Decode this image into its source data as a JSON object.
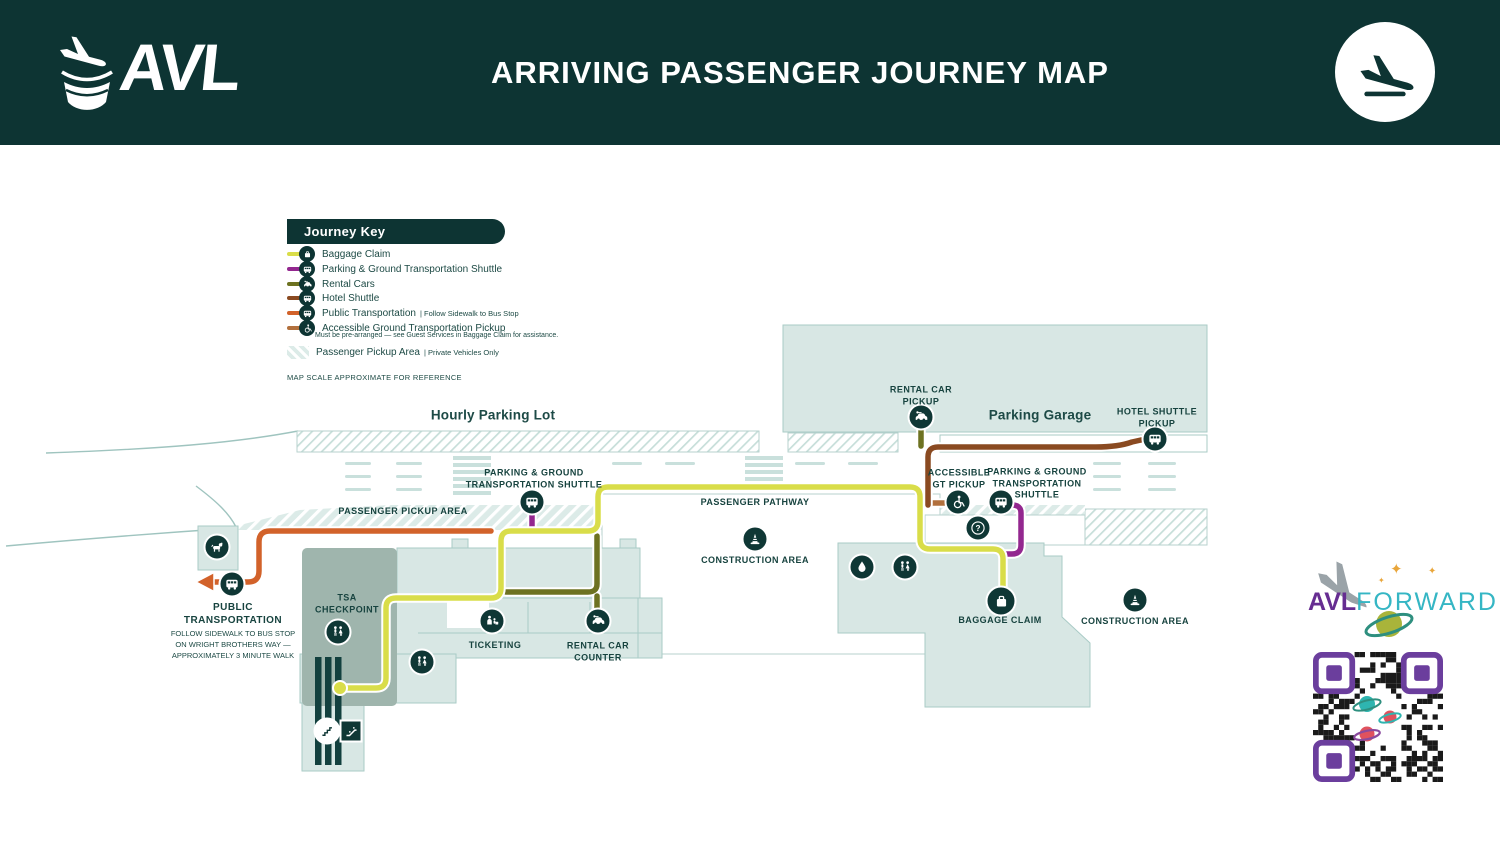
{
  "colors": {
    "header_bg": "#0d3433",
    "building_fill": "#d8e7e4",
    "tsa_fill": "#9fb5ad",
    "route_baggage_claim": "#d9dd49",
    "route_parking_shuttle": "#93278f",
    "route_rental_cars": "#6d7221",
    "route_hotel_shuttle": "#8a4a21",
    "route_public_transportation": "#d2622a",
    "route_accessible_pickup": "#b2703d",
    "brand_purple": "#662d91",
    "brand_teal": "#35b6c4"
  },
  "header": {
    "logo": "AVL",
    "title": "ARRIVING PASSENGER JOURNEY MAP"
  },
  "legend": {
    "title": "Journey Key",
    "items": [
      {
        "label": "Baggage Claim",
        "color": "#d9dd49",
        "icon": "suitcase"
      },
      {
        "label": "Parking & Ground Transportation Shuttle",
        "color": "#93278f",
        "icon": "shuttle-bus"
      },
      {
        "label": "Rental Cars",
        "color": "#6d7221",
        "icon": "rental-car"
      },
      {
        "label": "Hotel Shuttle",
        "color": "#8a4a21",
        "icon": "shuttle-bus"
      },
      {
        "label": "Public Transportation",
        "sublabel": "|  Follow Sidewalk to Bus Stop",
        "color": "#d2622a",
        "icon": "bus"
      },
      {
        "label": "Accessible Ground Transportation Pickup",
        "note": "Must be pre-arranged — see Guest Services in Baggage Claim for assistance.",
        "color": "#b2703d",
        "icon": "wheelchair"
      },
      {
        "label": "Passenger Pickup Area",
        "sublabel": "|  Private Vehicles Only",
        "swatch": "hatched-area"
      }
    ],
    "scale_note": "MAP SCALE APPROXIMATE FOR REFERENCE"
  },
  "map": {
    "labels": {
      "hourly_parking_lot": "Hourly Parking Lot",
      "parking_garage": "Parking Garage",
      "rental_car_pickup": "RENTAL CAR\nPICKUP",
      "hotel_shuttle_pickup": "HOTEL SHUTTLE\nPICKUP",
      "shuttle_stop_west": "PARKING & GROUND\nTRANSPORTATION SHUTTLE",
      "passenger_pickup_area": "PASSENGER PICKUP AREA",
      "passenger_pathway": "PASSENGER PATHWAY",
      "construction_area_west": "CONSTRUCTION AREA",
      "accessible_gt_pickup": "ACCESSIBLE\nGT PICKUP",
      "shuttle_stop_east": "PARKING & GROUND\nTRANSPORTATION\nSHUTTLE",
      "tsa_checkpoint": "TSA\nCHECKPOINT",
      "ticketing": "TICKETING",
      "rental_car_counter": "RENTAL CAR\nCOUNTER",
      "baggage_claim": "BAGGAGE CLAIM",
      "construction_area_east": "CONSTRUCTION AREA",
      "public_transportation": "PUBLIC\nTRANSPORTATION",
      "public_transportation_note": "FOLLOW SIDEWALK TO BUS STOP\nON WRIGHT BROTHERS WAY —\nAPPROXIMATELY 3 MINUTE WALK"
    }
  },
  "footer": {
    "brand_avl": "AVL",
    "brand_forward": "FORWARD"
  }
}
